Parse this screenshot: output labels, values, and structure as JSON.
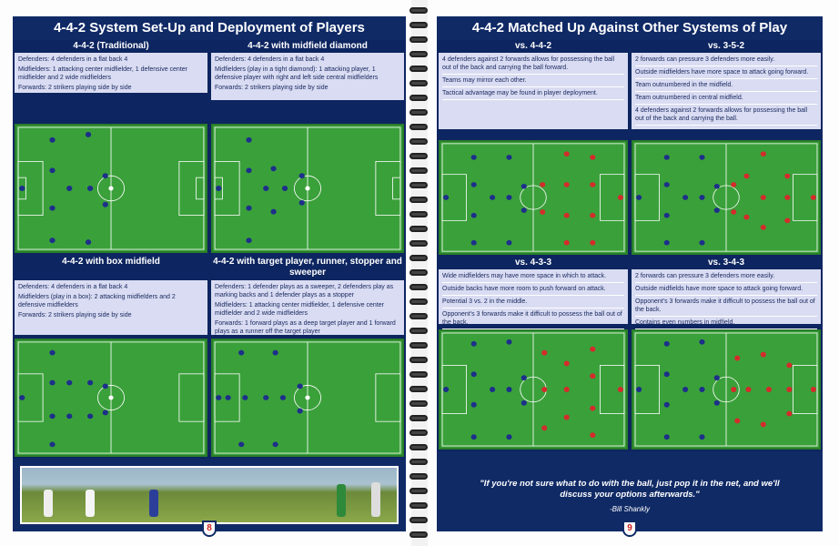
{
  "left_page": {
    "title": "4-4-2 System Set-Up and Deployment of Players",
    "page_number": "8",
    "panels": [
      {
        "heading": "4-4-2 (Traditional)",
        "lines": [
          "Defenders: 4 defenders in a flat back 4",
          "Midfielders: 1 attacking center midfielder, 1 defensive center midfielder and 2 wide midfielders",
          "Forwards: 2 strikers playing side by side"
        ]
      },
      {
        "heading": "4-4-2 with midfield diamond",
        "lines": [
          "Defenders: 4 defenders in a flat back 4",
          "Midfielders (play in a tight diamond): 1 attacking player, 1 defensive player with right and left side central midfielders",
          "Forwards: 2 strikers playing side by side"
        ]
      },
      {
        "heading": "4-4-2 with box midfield",
        "lines": [
          "Defenders: 4 defenders in a flat back 4",
          "Midfielders (play in a box): 2 attacking midfielders and 2 defensive midfielders",
          "Forwards: 2 strikers playing side by side"
        ]
      },
      {
        "heading": "4-4-2 with target player, runner, stopper and sweeper",
        "lines": [
          "Defenders: 1 defender plays as a sweeper, 2 defenders play as marking backs and 1 defender plays as a stopper",
          "Midfielders: 1 attacking center midfielder, 1 defensive center midfielder and 2 wide midfielders",
          "Forwards: 1 forward plays as a deep target player and 1 forward plays as a runner off the target player"
        ]
      }
    ]
  },
  "right_page": {
    "title": "4-4-2 Matched Up Against Other Systems of Play",
    "page_number": "9",
    "panels": [
      {
        "heading": "vs. 4-4-2",
        "lines": [
          "4 defenders against 2 forwards allows for possessing the ball out of the back and carrying the ball forward.",
          "Teams may mirror each other.",
          "Tactical advantage may be found in player deployment."
        ]
      },
      {
        "heading": "vs. 3-5-2",
        "lines": [
          "2 forwards can pressure 3 defenders more easily.",
          "Outside midfielders have more space to attack going forward.",
          "Team outnumbered in the midfield.",
          "Team outnumbered in central midfield.",
          "4 defenders against 2 forwards allows for possessing the ball out of the back and carrying the ball."
        ]
      },
      {
        "heading": "vs. 4-3-3",
        "lines": [
          "Wide midfielders may have more space in which to attack.",
          "Outside backs have more room to push forward on attack.",
          "Potential 3 vs. 2 in the middle.",
          "Opponent's 3 forwards make it difficult to possess the ball out of the back."
        ]
      },
      {
        "heading": "vs. 3-4-3",
        "lines": [
          "2 forwards can pressure 3 defenders more easily.",
          "Outside midfields have more space to attack going forward.",
          "Opponent's 3 forwards make it difficult to possess the ball out of the back.",
          "Contains even numbers in midfield."
        ]
      }
    ],
    "quote": {
      "text": "\"If you're not sure what to do with the ball, just pop it in the net, and we'll discuss your options afterwards.\"",
      "author": "-Bill Shankly"
    }
  },
  "colors": {
    "frame_navy": "#102a66",
    "pitch_green": "#3aa03a",
    "desc_lavender": "#d9dcf2",
    "blue_player": "#1d2f8a",
    "red_player": "#d42b2b"
  }
}
